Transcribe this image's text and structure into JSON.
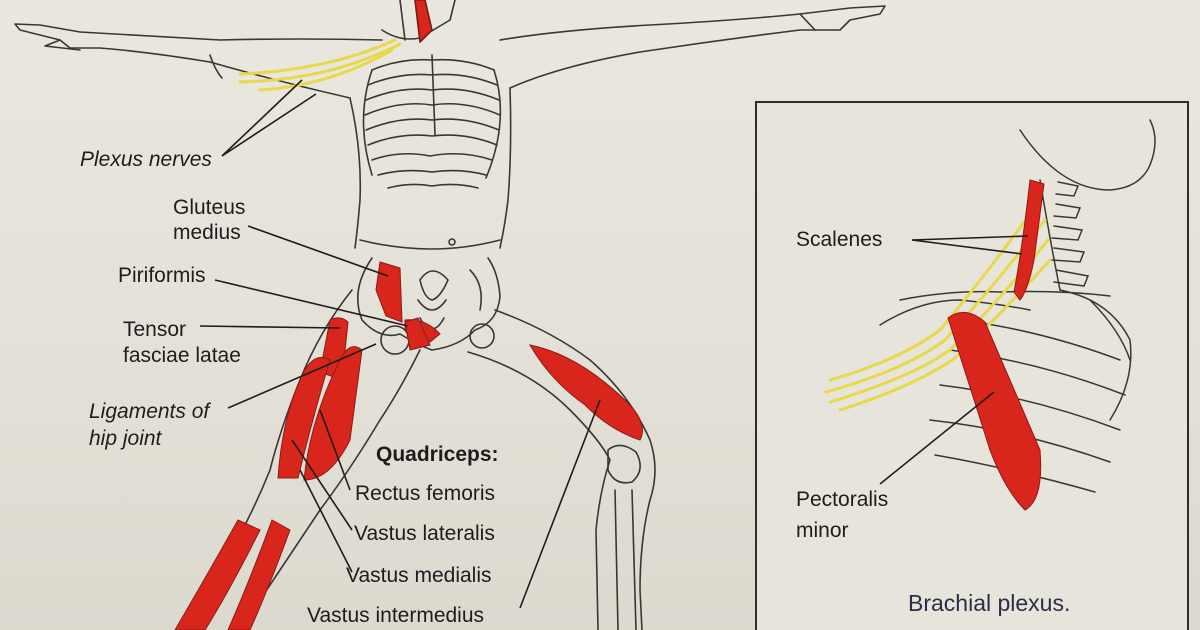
{
  "labels": {
    "plexus_nerves": "Plexus nerves",
    "gluteus_medius_1": "Gluteus",
    "gluteus_medius_2": "medius",
    "piriformis": "Piriformis",
    "tensor_1": "Tensor",
    "tensor_2": "fasciae latae",
    "ligaments_1": "Ligaments of",
    "ligaments_2": "hip joint",
    "quadriceps": "Quadriceps:",
    "rectus_femoris": "Rectus femoris",
    "vastus_lateralis": "Vastus lateralis",
    "vastus_medialis": "Vastus medialis",
    "vastus_intermedius": "Vastus intermedius",
    "scalenes": "Scalenes",
    "pectoralis_1": "Pectoralis",
    "pectoralis_2": "minor"
  },
  "inset": {
    "caption": "Brachial plexus."
  },
  "colors": {
    "muscle": "#d8261c",
    "nerve": "#e8d94a",
    "outline": "#3a3733",
    "paper": "#e6e3da"
  }
}
